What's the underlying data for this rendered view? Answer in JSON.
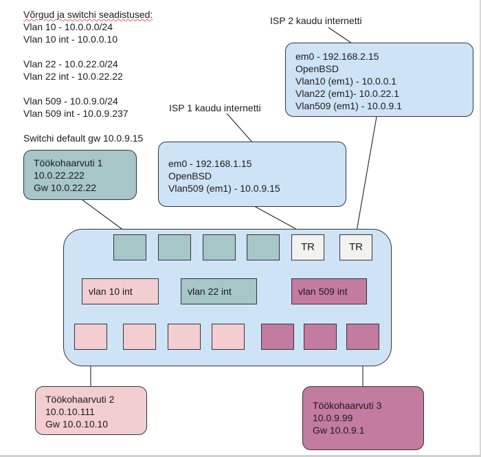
{
  "notes": {
    "title": "Võrgud ja switchi seadistused:",
    "lines": [
      "Vlan 10 - 10.0.0.0/24",
      "Vlan 10 int - 10.0.0.10",
      "",
      "Vlan 22 - 10.0.22.0/24",
      "Vlan 22 int - 10.0.22.22",
      "",
      "Vlan 509 - 10.0.9.0/24",
      "Vlan 509 int - 10.0.9.237",
      "",
      "Switchi default gw 10.0.9.15"
    ]
  },
  "isp1": {
    "label": "ISP 1 kaudu internetti",
    "lines": [
      "em0 - 192.168.1.15",
      "OpenBSD",
      "Vlan509 (em1) - 10.0.9.15"
    ]
  },
  "isp2": {
    "label": "ISP 2 kaudu internetti",
    "lines": [
      "em0 - 192.168.2.15",
      "OpenBSD",
      "Vlan10 (em1) - 10.0.0.1",
      "Vlan22 (em1)- 10.0.22.1",
      "Vlan509 (em1) - 10.0.9.1"
    ]
  },
  "ws1": {
    "lines": [
      "Töökohaarvuti 1",
      "10.0.22.222",
      "Gw 10.0.22.22"
    ]
  },
  "ws2": {
    "lines": [
      "Töökohaarvuti 2",
      "10.0.10.111",
      "Gw 10.0.10.10"
    ]
  },
  "ws3": {
    "lines": [
      "Töökohaarvuti 3",
      "10.0.9.99",
      "Gw 10.0.9.1"
    ]
  },
  "switch": {
    "trunk_label": "TR",
    "vlan_interfaces": [
      "vlan 10 int",
      "vlan 22 int",
      "vlan 509 int"
    ]
  },
  "colors": {
    "vlan10": "#f2ced0",
    "vlan22": "#a6c6c8",
    "vlan509": "#c47ba0",
    "router": "#cfe3f6",
    "switch": "#cfe3f6",
    "trunk": "#f2f2f0"
  }
}
